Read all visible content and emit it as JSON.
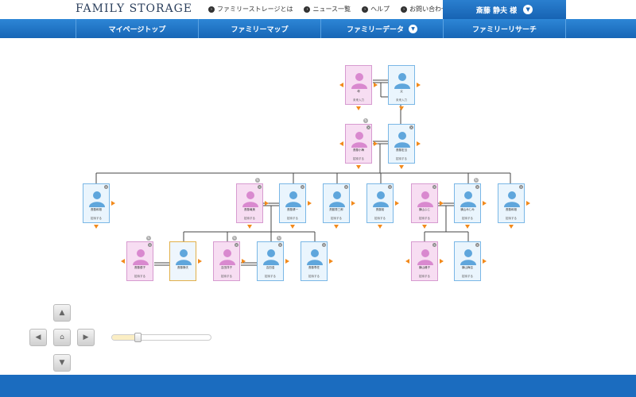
{
  "header": {
    "logo": "FAMILY STORAGE",
    "links": [
      "ファミリーストレージとは",
      "ニュース一覧",
      "ヘルプ",
      "お問い合わせ"
    ],
    "user": "斎藤 静夫 様"
  },
  "nav": [
    "マイページトップ",
    "ファミリーマップ",
    "ファミリーデータ",
    "ファミリーリサーチ"
  ],
  "icons": {
    "dropdown": "chevron-down-icon",
    "close": "close-icon",
    "rotate": "rotate-icon",
    "expand": "arrow-icon"
  },
  "colors": {
    "male_card": "#eaf5fd",
    "female_card": "#f7ddf2",
    "accent": "#f28a1c",
    "brand_blue": "#1b6cbf"
  },
  "tree": {
    "cards": [
      {
        "name": "母",
        "sub": "未来入力",
        "gender": "f"
      },
      {
        "name": "父",
        "sub": "未来入力",
        "gender": "m"
      },
      {
        "name": "斎藤小梅",
        "sub": "招待する",
        "gender": "f"
      },
      {
        "name": "斎藤宏当",
        "sub": "招待する",
        "gender": "m"
      },
      {
        "name": "斎藤和雄",
        "sub": "招待する",
        "gender": "m"
      },
      {
        "name": "斎藤竜美",
        "sub": "招待する",
        "gender": "f"
      },
      {
        "name": "斎藤健一",
        "sub": "招待する",
        "gender": "m"
      },
      {
        "name": "斎藤秀三郎",
        "sub": "招待する",
        "gender": "m"
      },
      {
        "name": "斎藤桜",
        "sub": "招待する",
        "gender": "m"
      },
      {
        "name": "横山ふじ",
        "sub": "招待する",
        "gender": "f"
      },
      {
        "name": "横山みじみ",
        "sub": "招待する",
        "gender": "m"
      },
      {
        "name": "斎藤和雄",
        "sub": "招待する",
        "gender": "m"
      },
      {
        "name": "斎藤優子",
        "sub": "招待する",
        "gender": "f"
      },
      {
        "name": "斎藤静夫",
        "sub": "",
        "gender": "m"
      },
      {
        "name": "吉田洋子",
        "sub": "招待する",
        "gender": "f"
      },
      {
        "name": "吉田浩",
        "sub": "招待する",
        "gender": "m"
      },
      {
        "name": "斎藤専任",
        "sub": "招待する",
        "gender": "m"
      },
      {
        "name": "横山峰子",
        "sub": "招待する",
        "gender": "f"
      },
      {
        "name": "横山梅吉",
        "sub": "招待する",
        "gender": "m"
      }
    ]
  },
  "controls": {
    "zoom": 0.25
  }
}
